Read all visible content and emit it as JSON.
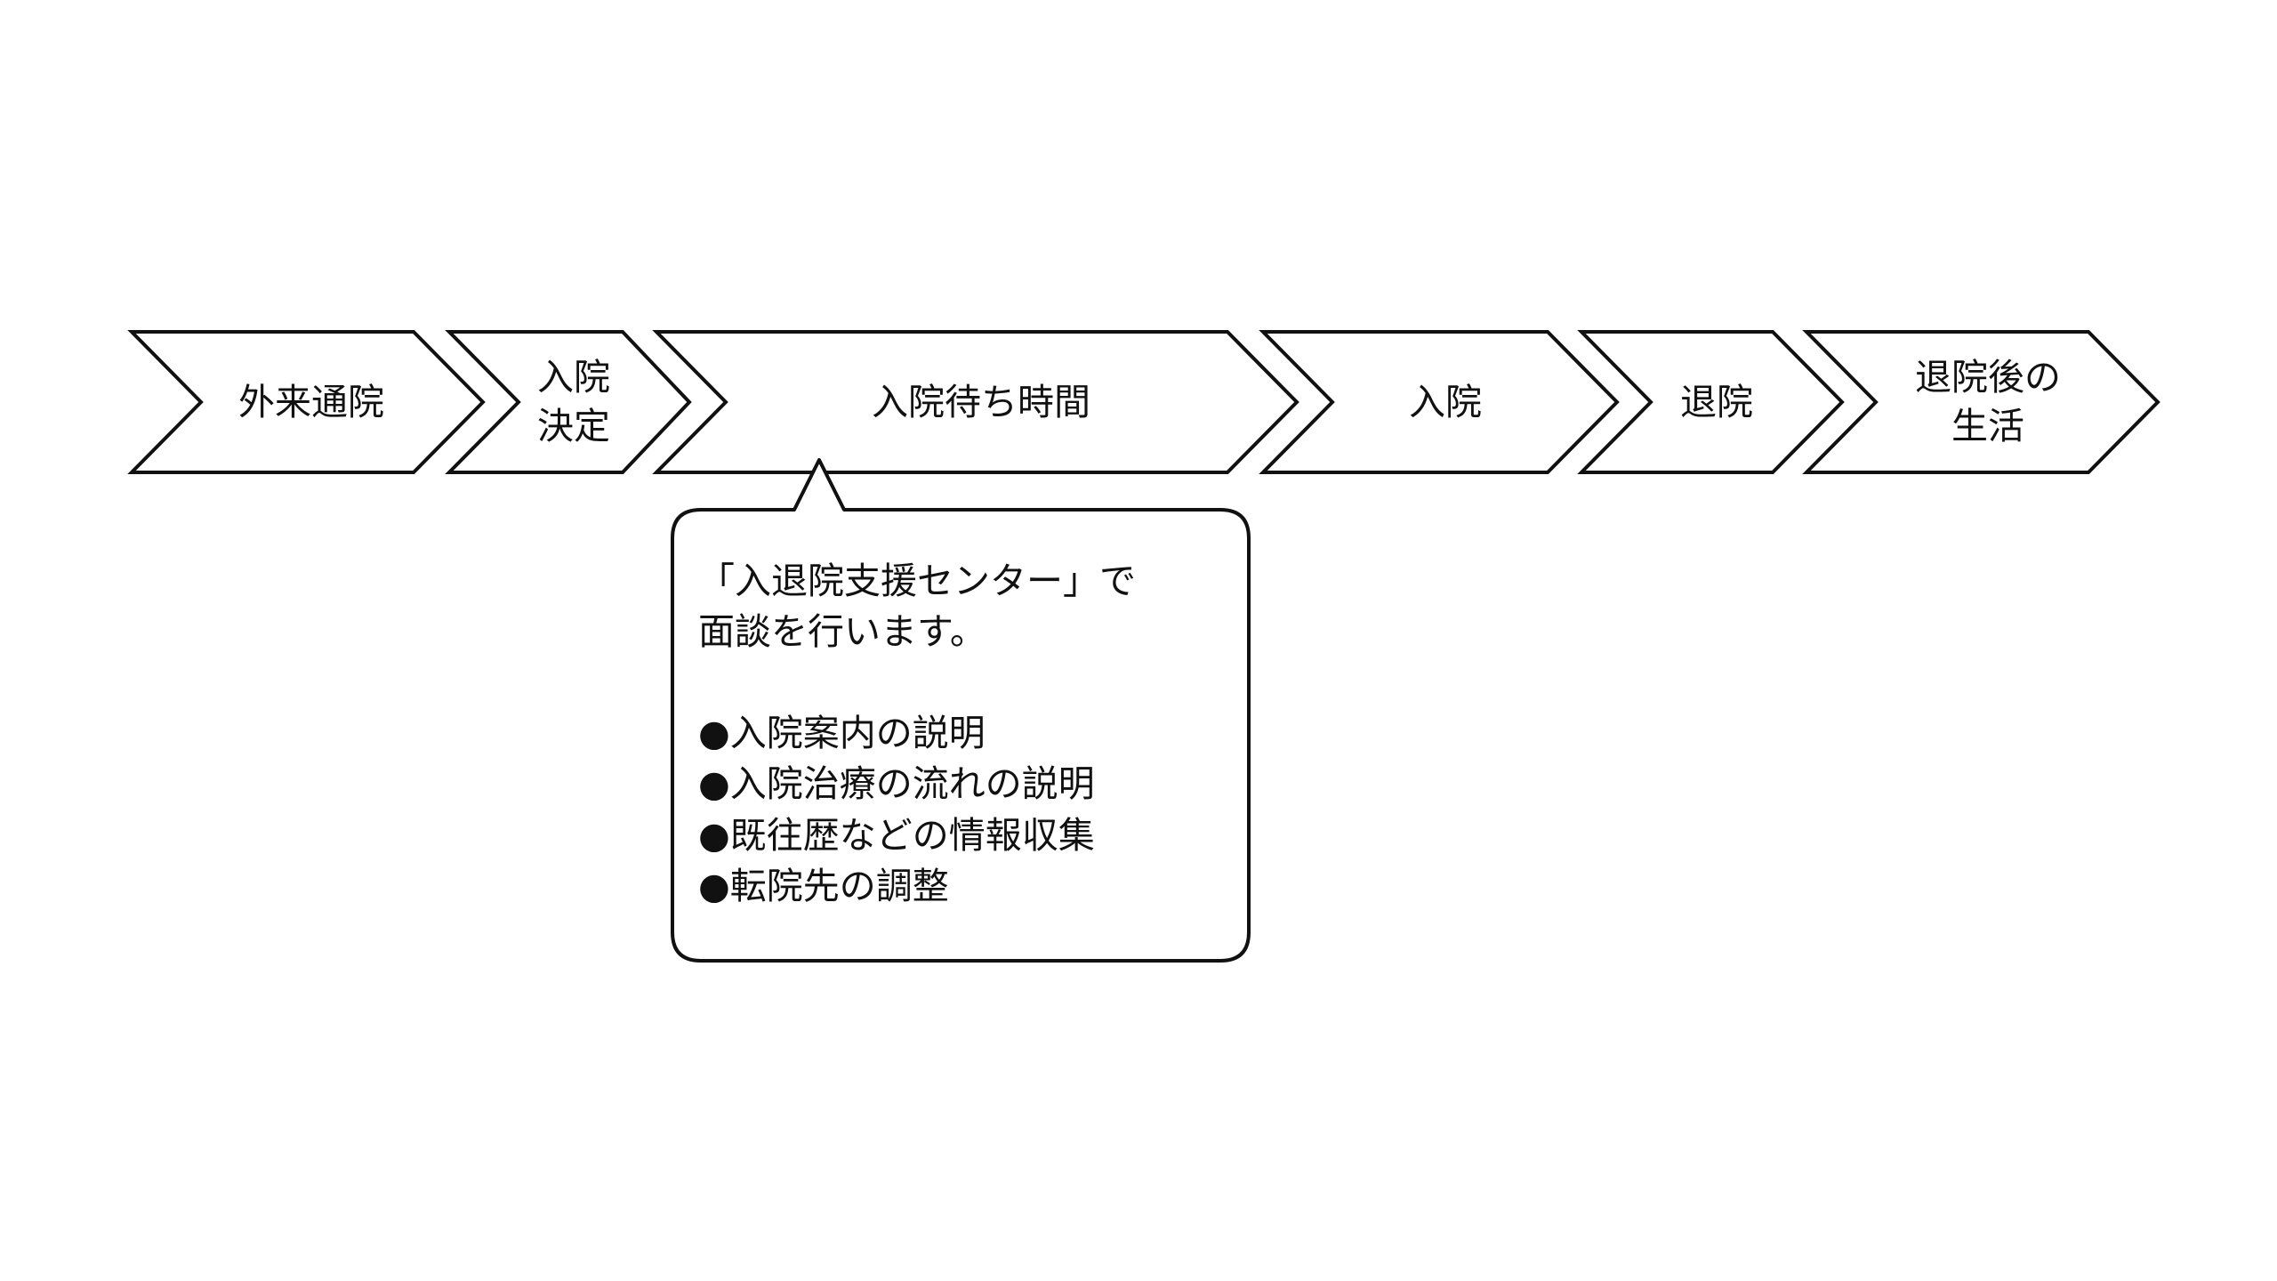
{
  "colors": {
    "stroke": "#111111",
    "fill": "#ffffff",
    "text": "#111111",
    "background": "#ffffff"
  },
  "steps": [
    {
      "id": "gairai-tsuin",
      "lines": [
        "外来通院"
      ]
    },
    {
      "id": "nyuin-kettei",
      "lines": [
        "入院",
        "決定"
      ]
    },
    {
      "id": "nyuin-machi-jikan",
      "lines": [
        "入院待ち時間"
      ]
    },
    {
      "id": "nyuin",
      "lines": [
        "入院"
      ]
    },
    {
      "id": "taiin",
      "lines": [
        "退院"
      ]
    },
    {
      "id": "taiin-go-seikatsu",
      "lines": [
        "退院後の",
        "生活"
      ]
    }
  ],
  "callout": {
    "intro": [
      "「入退院支援センター」で",
      "面談を行います。"
    ],
    "bullets": [
      "●入院案内の説明",
      "●入院治療の流れの説明",
      "●既往歴などの情報収集",
      "●転院先の調整"
    ]
  }
}
